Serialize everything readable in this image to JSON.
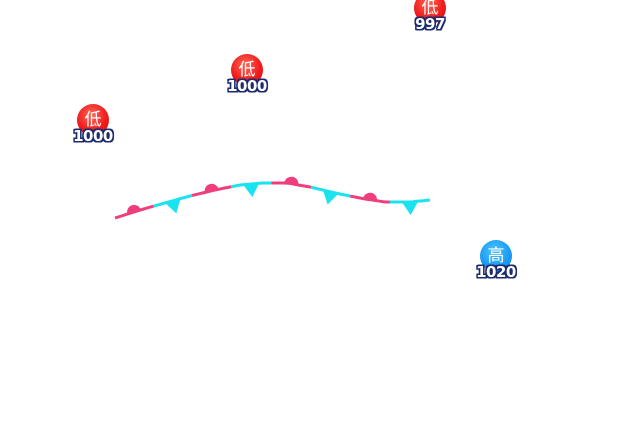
{
  "map": {
    "colors": {
      "low": "#f01c1c",
      "high": "#1a9cf5",
      "warm_front": "#ef3d7d",
      "cold_front": "#19e3ef",
      "label_outline": "#1c2a6e"
    },
    "pressure_centers": [
      {
        "id": "low-997",
        "type": "low",
        "symbol": "低",
        "value": "997"
      },
      {
        "id": "low-1000-center",
        "type": "low",
        "symbol": "低",
        "value": "1000"
      },
      {
        "id": "low-1000-left",
        "type": "low",
        "symbol": "低",
        "value": "1000"
      },
      {
        "id": "high-1020",
        "type": "high",
        "symbol": "高",
        "value": "1020"
      }
    ],
    "front": {
      "type": "stationary"
    }
  }
}
